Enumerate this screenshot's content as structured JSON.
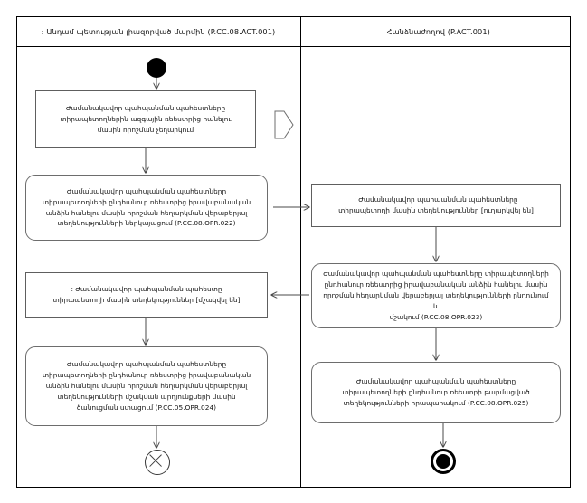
{
  "diagram": {
    "type": "uml-activity-diagram",
    "title_code": "P.CC.08.ACT.001",
    "lanes": [
      {
        "id": "left",
        "label": ": Անդամ պետության լիազորված մարմին  (P.CC.08.ACT.001)"
      },
      {
        "id": "right",
        "label": ": Հանձնաժողով (P.ACT.001)"
      }
    ],
    "nodes": {
      "a1": {
        "kind": "note",
        "lines": [
          "Ժամանակավոր պահպանման պահեստները",
          "տիրապետողներին ազգային ռեեստրից հանելու",
          "մասին որոշման չեղարկում"
        ]
      },
      "a2": {
        "kind": "action",
        "code": "P.CC.08.OPR.022",
        "lines": [
          "Ժամանակավոր պահպանման պահեստները",
          "տիրապետողների ընդհանուր ռեեստրից իրավաբանական",
          "անձին հանելու մասին որոշման հեղարկման վերաբերյալ",
          "տեղեկությունների ներկայացում (P.CC.08.OPR.022)"
        ]
      },
      "a3": {
        "kind": "signal-receive",
        "state": "[մշակվել են]",
        "lines": [
          ": Ժամանակավոր պահպանման պահեստը",
          "տիրապետողի մասին տեղեկություններ [մշակվել են]"
        ]
      },
      "a4": {
        "kind": "action",
        "code": "P.CC.05.OPR.024",
        "lines": [
          "Ժամանակավոր պահպանման պահեստները",
          "տիրապետողների ընդհանուր ռեեստրից իրավաբանական",
          "անձին հանելու մասին որոշման հեղարկման վերաբերյալ",
          "տեղեկությունների մշակման արդյունքների մասին",
          "ծանուցման ստացում (P.CC.05.OPR.024)"
        ]
      },
      "b1": {
        "kind": "signal-receive",
        "state": "[ուղարկվել են]",
        "lines": [
          ": Ժամանակավոր պահպանման պահեստները",
          "տիրապետողի մասին տեղեկություններ [ուղարկվել են]"
        ]
      },
      "b2": {
        "kind": "action",
        "code": "P.CC.08.OPR.023",
        "lines": [
          "Ժամանակավոր պահպանման պահեստները տիրապետողների",
          "ընդհանուր ռեեստրից իրավաբանական անձին հանելու մասին",
          "որոշման հեղարկման վերաբերյալ տեղեկությունների ընդունում և",
          "մշակում (P.CC.08.OPR.023)"
        ]
      },
      "b3": {
        "kind": "action",
        "code": "P.CC.08.OPR.025",
        "lines": [
          "Ժամանակավոր պահպանման պահեստները",
          "տիրապետողների ընդհանուր ռեեստրի թարմացված",
          "տեղեկությունների հրապարակում (P.CC.08.OPR.025)"
        ]
      }
    },
    "control_nodes": {
      "initial": "initial-node",
      "flow_final": "flow-final-node",
      "activity_final": "activity-final-node",
      "send_signal": "send-signal-marker"
    },
    "colors": {
      "line": "#000000",
      "node_border": "#6d6d6d",
      "edge": "#4a4a4a",
      "background": "#ffffff",
      "text": "#111111"
    }
  }
}
